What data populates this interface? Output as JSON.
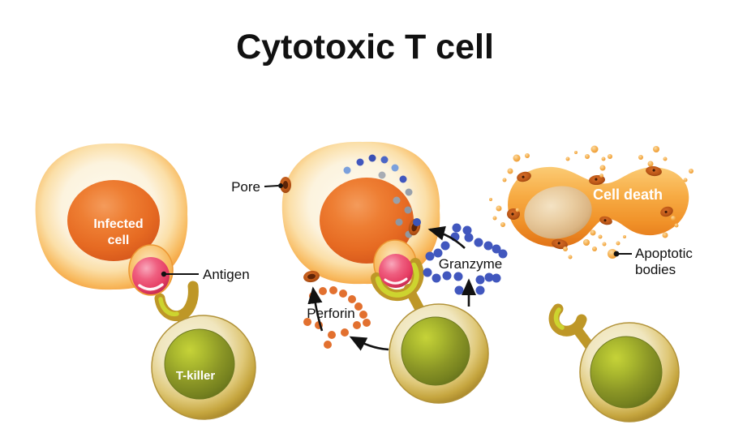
{
  "title": "Cytotoxic T cell",
  "labels": {
    "infected_cell_line1": "Infected",
    "infected_cell_line2": "cell",
    "antigen": "Antigen",
    "t_killer": "T-killer",
    "pore": "Pore",
    "perforin": "Perforin",
    "granzyme": "Granzyme",
    "cell_death": "Cell death",
    "apoptotic_line1": "Apoptotic",
    "apoptotic_line2": "bodies"
  },
  "colors": {
    "background": "#FFFFFF",
    "title_text": "#111111",
    "label_text": "#111111",
    "infected_cell_membrane": "#F5A341",
    "infected_cell_cytoplasm": "#FDF4DF",
    "nucleus_orange": "#E66A22",
    "antigen_pink": "#E63E64",
    "t_killer_body": "#C5A53E",
    "t_killer_nucleus": "#8B9626",
    "receptor_gold": "#BE9727",
    "receptor_green": "#CDD42F",
    "granzyme_dot": "#4157BE",
    "perforin_dot": "#E2702F",
    "pore_brown": "#BC5717",
    "dying_cell_orange": "#F6A843",
    "apoptotic_body": "#F6B457"
  }
}
